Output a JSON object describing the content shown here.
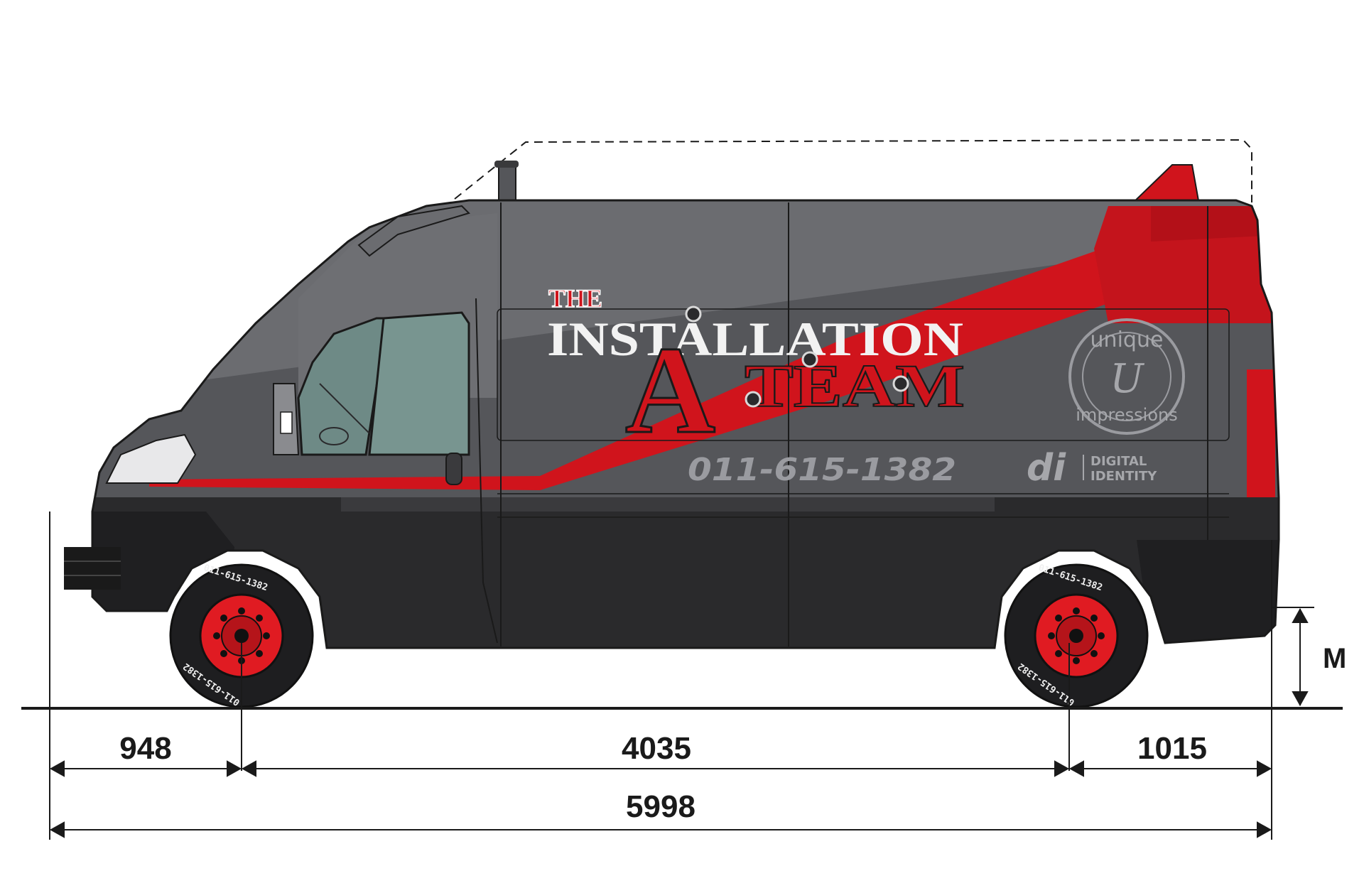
{
  "brand": {
    "line1": "THE",
    "line2": "INSTALLATION",
    "big_letter": "A",
    "line3": "TEAM",
    "phone": "011-615-1382",
    "tire_text": "011-615-1382",
    "badge_top": "unique",
    "badge_bottom": "impressions",
    "badge_mark": "U",
    "sponsor_line1": "DIGITAL",
    "sponsor_line2": "IDENTITY",
    "sponsor_mark": "di"
  },
  "dimensions": {
    "front_overhang": "948",
    "wheelbase": "4035",
    "rear_overhang": "1015",
    "overall_length": "5998",
    "height_label": "M"
  },
  "colors": {
    "body_grey": "#55565a",
    "dark_body": "#2a2a2c",
    "accent_red": "#d0141c",
    "light_grey": "#8a8b8f",
    "wheel_red": "#e01b22",
    "line_dark": "#1a1a1a"
  }
}
